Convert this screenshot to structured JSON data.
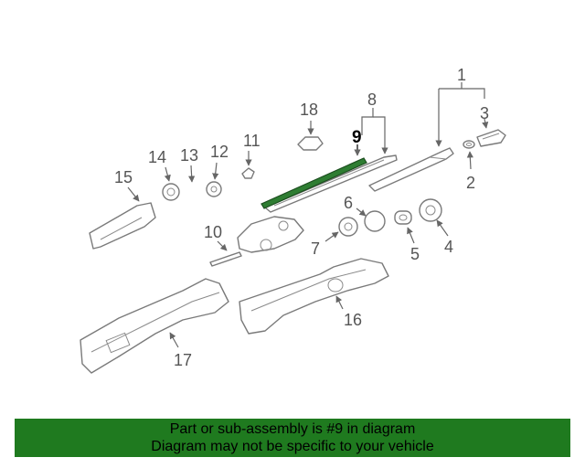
{
  "callouts": {
    "c1": "1",
    "c2": "2",
    "c3": "3",
    "c4": "4",
    "c5": "5",
    "c6": "6",
    "c7": "7",
    "c8": "8",
    "c9": "9",
    "c10": "10",
    "c11": "11",
    "c12": "12",
    "c13": "13",
    "c14": "14",
    "c15": "15",
    "c16": "16",
    "c17": "17",
    "c18": "18"
  },
  "highlighted_part": "9",
  "colors": {
    "banner_bg": "#1f7a1f",
    "highlight_part": "#2e7d32",
    "line_art": "#7a7a7a"
  },
  "banner": {
    "line1": "Part or sub-assembly is #9 in diagram",
    "line2": "Diagram may not be specific to your vehicle"
  }
}
